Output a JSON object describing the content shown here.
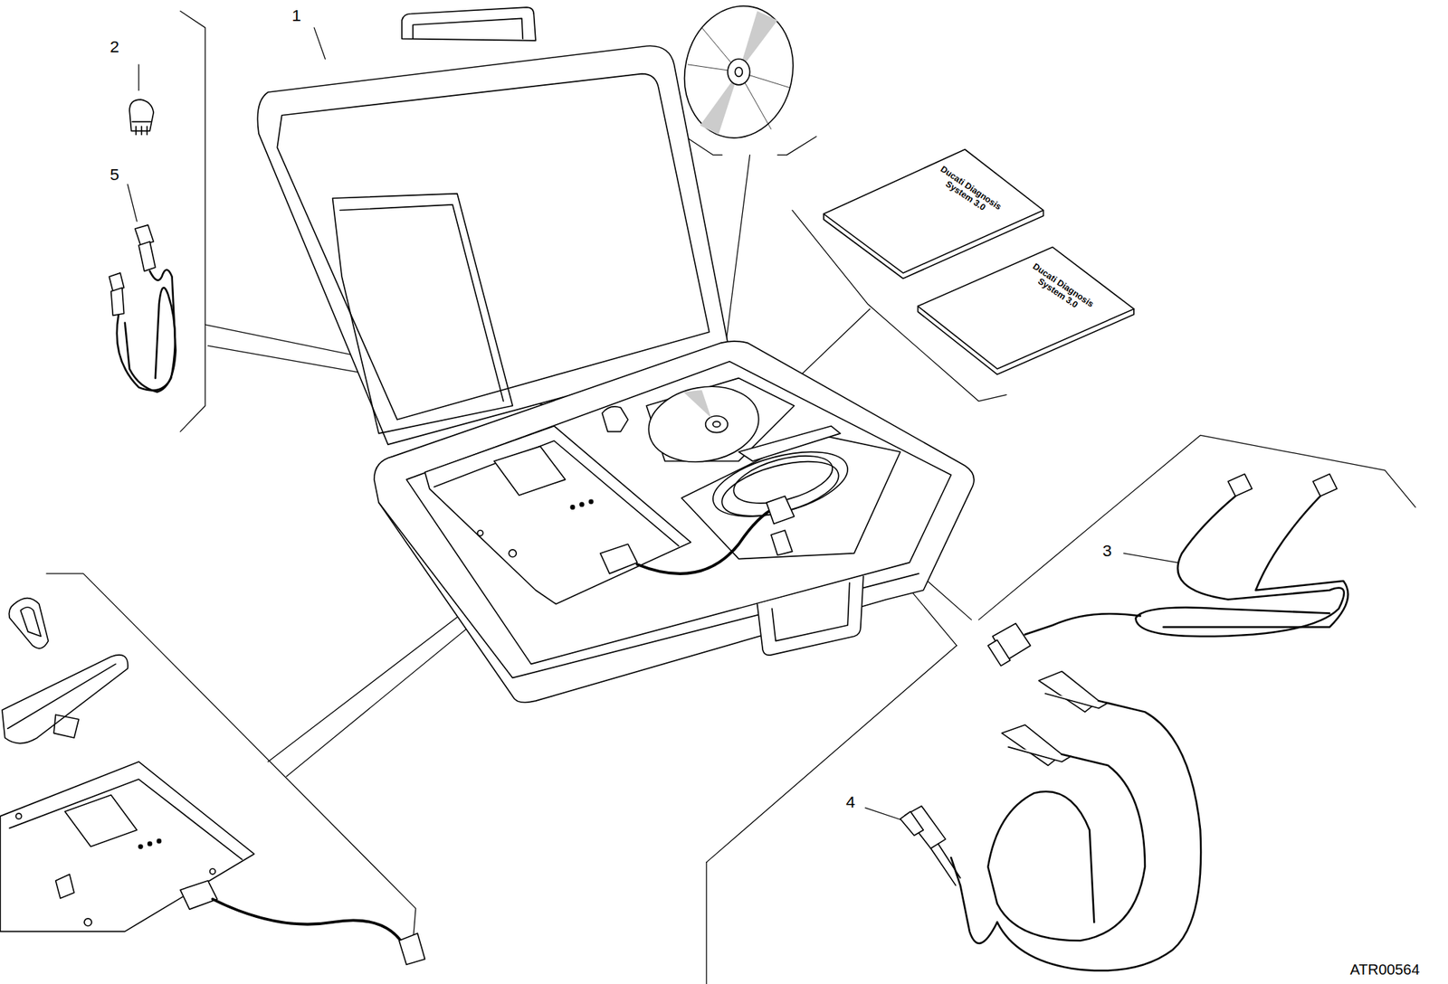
{
  "diagram": {
    "labels": [
      "1",
      "2",
      "5",
      "3",
      "4",
      "ATR00564",
      "Ducati Diagnosis System 3.0",
      "Ducati Diagnosis System 3.0"
    ]
  }
}
